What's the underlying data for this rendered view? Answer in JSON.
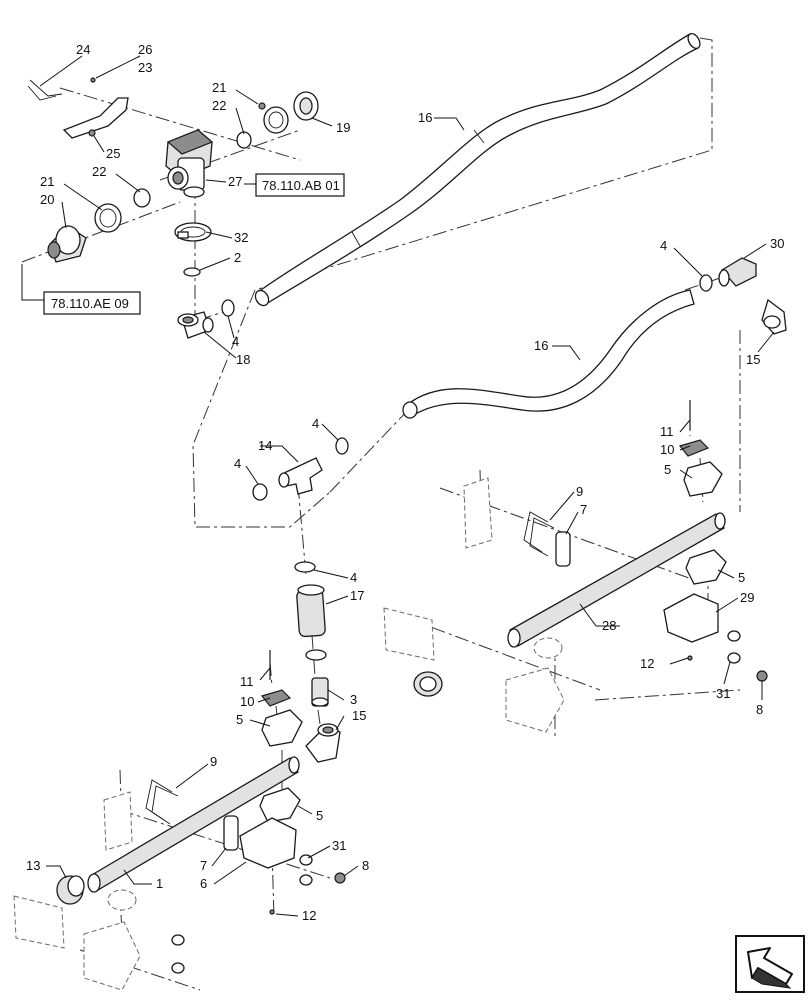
{
  "callouts": {
    "c24": "24",
    "c26": "26",
    "c23": "23",
    "c25": "25",
    "c21a": "21",
    "c22a": "22",
    "c19": "19",
    "c21b": "21",
    "c22b": "22",
    "c20": "20",
    "c27": "27",
    "c32": "32",
    "c2": "2",
    "c4a": "4",
    "c18": "18",
    "c16a": "16",
    "c16b": "16",
    "c4b": "4",
    "c30": "30",
    "c15a": "15",
    "c4c": "4",
    "c14": "14",
    "c4d": "4",
    "c4e": "4",
    "c17": "17",
    "c11a": "11",
    "c10a": "10",
    "c5a": "5",
    "c9a": "9",
    "c7a": "7",
    "c5b": "5",
    "c29": "29",
    "c28": "28",
    "c12a": "12",
    "c31a": "31",
    "c8a": "8",
    "c11b": "11",
    "c10b": "10",
    "c3": "3",
    "c5c": "5",
    "c15b": "15",
    "c9b": "9",
    "c5d": "5",
    "c31b": "31",
    "c8b": "8",
    "c13": "13",
    "c1": "1",
    "c7b": "7",
    "c6": "6",
    "c12b": "12"
  },
  "references": {
    "ref_ab": "78.110.AB 01",
    "ref_ae": "78.110.AE 09"
  },
  "icons": {
    "corner": "next-page-arrow-icon"
  }
}
